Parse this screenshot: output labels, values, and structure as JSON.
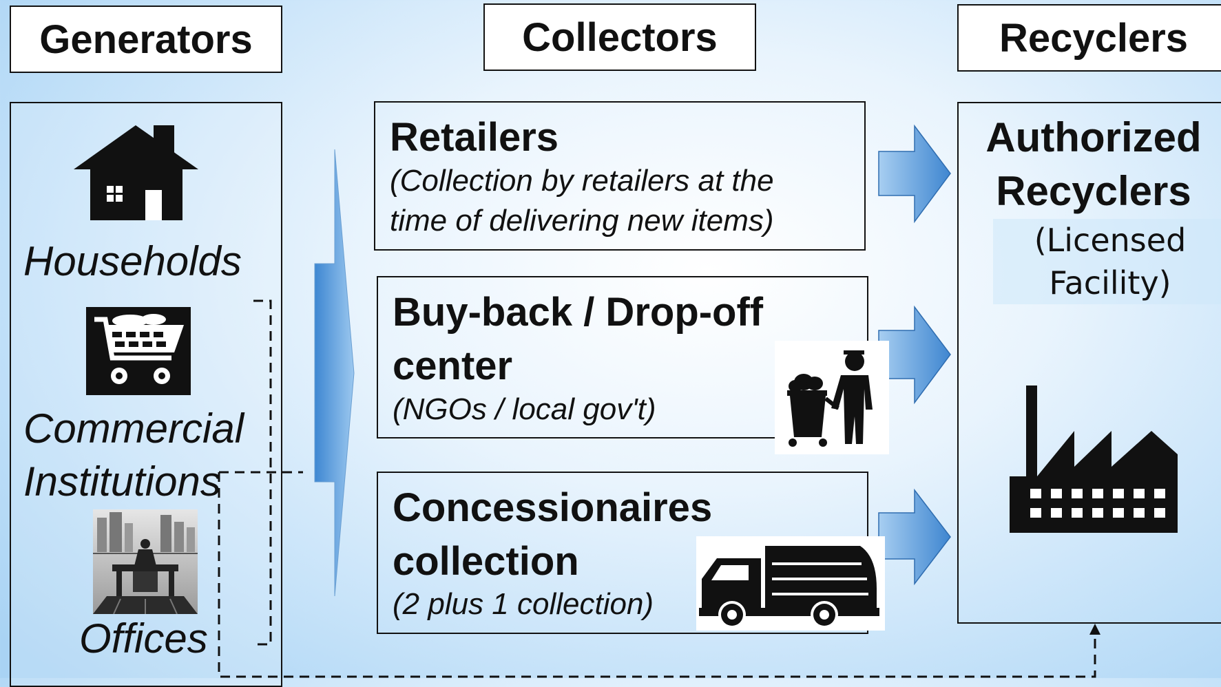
{
  "headers": {
    "generators": "Generators",
    "collectors": "Collectors",
    "recyclers": "Recyclers"
  },
  "generators": {
    "households": "Households",
    "commercial_line1": "Commercial",
    "commercial_line2": "Institutions",
    "offices": "Offices"
  },
  "collectors": {
    "retailers": {
      "title": "Retailers",
      "sub_line1": "(Collection by retailers at the",
      "sub_line2": "time of delivering new items)"
    },
    "buyback": {
      "title_line1": "Buy-back / Drop-off",
      "title_line2": "center",
      "sub": "(NGOs / local gov't)"
    },
    "concessionaires": {
      "title_line1": "Concessionaires",
      "title_line2": "collection",
      "sub": "(2 plus 1 collection)"
    }
  },
  "recyclers": {
    "title_line1": "Authorized",
    "title_line2": "Recyclers",
    "sub_line1": "(Licensed",
    "sub_line2": "Facility)"
  },
  "colors": {
    "arrow_dark": "#3f86d0",
    "arrow_light": "#a9cff1",
    "outline": "#111111"
  }
}
